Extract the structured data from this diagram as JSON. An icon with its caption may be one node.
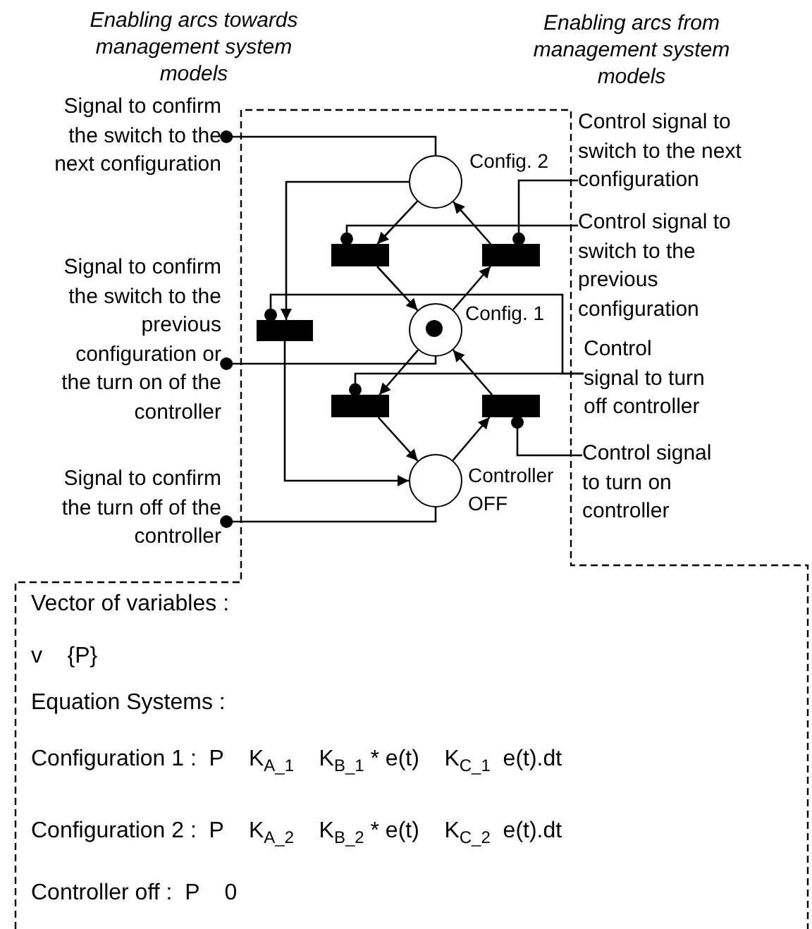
{
  "diagram": {
    "nodes": [
      {
        "text": [
          "Signal to confirm the switch to the next configuration"
        ]
      },
      {
        "text": [],
        "shape": "circle",
        "beside": [
          "Config. 2"
        ]
      },
      {
        "text": [
          "Control signal to switch to the next configuration"
        ]
      },
      {
        "text": [],
        "shape": "bar"
      },
      {
        "text": [],
        "shape": "bar"
      },
      {
        "text": [
          "Control signal to switch to the previous configuration"
        ]
      },
      {
        "text": [
          "Signal to confirm the switch to the previous configuration or the turn on of the controller"
        ]
      },
      {
        "text": [],
        "shape": "bar"
      },
      {
        "text": [],
        "shape": "circle",
        "beside": [
          "Config. 1"
        ]
      },
      {
        "text": [
          "Control signal to turn off controller"
        ]
      },
      {
        "text": [],
        "shape": "bar"
      },
      {
        "text": [],
        "shape": "bar"
      },
      {
        "text": [],
        "shape": "circle",
        "beside": [
          "Controller OFF"
        ]
      },
      {
        "text": [
          "Control signal to turn on controller"
        ]
      },
      {
        "text": [
          "Signal to confirm the turn off of the controller"
        ]
      }
    ],
    "edges": [
      {
        "from": 1,
        "to": 3,
        "arrow": "to"
      },
      {
        "from": 3,
        "to": 8,
        "arrow": "to"
      },
      {
        "from": 8,
        "to": 4,
        "arrow": "to"
      },
      {
        "from": 4,
        "to": 1,
        "arrow": "to"
      },
      {
        "from": 1,
        "to": 7,
        "arrow": "to"
      },
      {
        "from": 7,
        "to": 12,
        "arrow": "to"
      },
      {
        "from": 8,
        "to": 10,
        "arrow": "to"
      },
      {
        "from": 10,
        "to": 12,
        "arrow": "to"
      },
      {
        "from": 12,
        "to": 11,
        "arrow": "to"
      },
      {
        "from": 11,
        "to": 8,
        "arrow": "to"
      },
      {
        "from": 1,
        "to": 0,
        "arrow": "other"
      },
      {
        "from": 2,
        "to": 4,
        "arrow": "other"
      },
      {
        "from": 5,
        "to": 3,
        "arrow": "other"
      },
      {
        "from": 8,
        "to": 6,
        "arrow": "other"
      },
      {
        "from": 9,
        "to": 7,
        "arrow": "other"
      },
      {
        "from": 9,
        "to": 10,
        "arrow": "other"
      },
      {
        "from": 13,
        "to": 11,
        "arrow": "other"
      },
      {
        "from": 12,
        "to": 14,
        "arrow": "other"
      }
    ],
    "labels": [
      "Enabling arcs towards management system models",
      "Enabling arcs from management system models",
      "Vector of variables :",
      "v    {P}",
      "Equation Systems :",
      "Configuration 1 :  P    K$_{A_1}$    K$_{B_1}$ * e(t)    K$_{C_1}$  e(t).dt",
      "Configuration 2 :  P    K$_{A_2}$    K$_{B_2}$ * e(t)    K$_{C_2}$  e(t).dt",
      "Controller off :  P    0"
    ]
  }
}
